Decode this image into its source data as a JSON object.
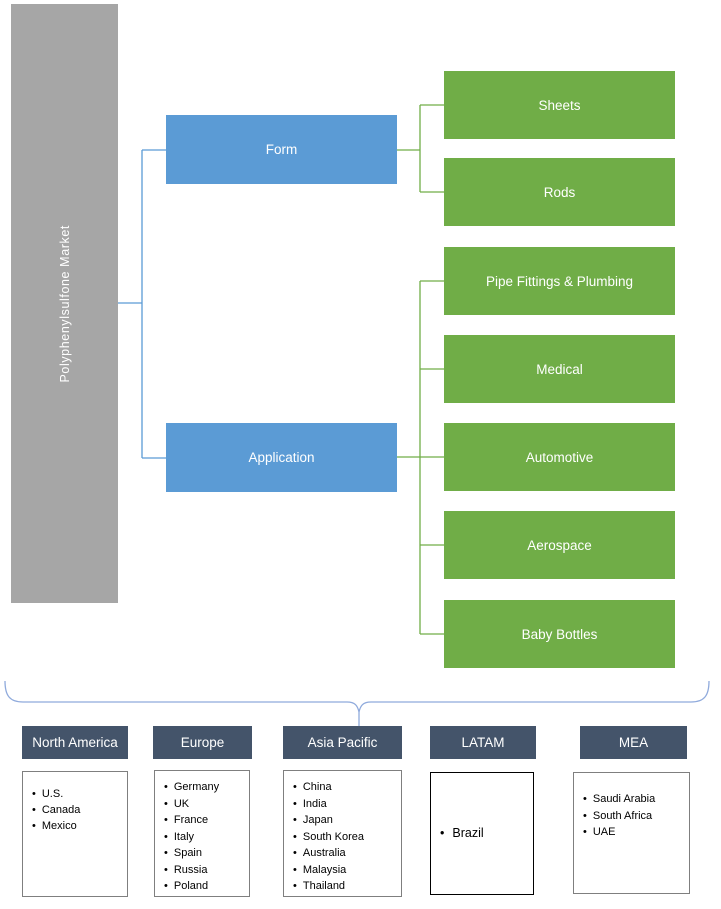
{
  "root": {
    "label": "Polyphenylsulfone Market"
  },
  "branches": [
    {
      "label": "Form",
      "children": [
        "Sheets",
        "Rods"
      ]
    },
    {
      "label": "Application",
      "children": [
        "Pipe Fittings & Plumbing",
        "Medical",
        "Automotive",
        "Aerospace",
        "Baby Bottles"
      ]
    }
  ],
  "regions": [
    {
      "label": "North America",
      "countries": [
        "U.S.",
        "Canada",
        "Mexico"
      ]
    },
    {
      "label": "Europe",
      "countries": [
        "Germany",
        "UK",
        "France",
        "Italy",
        "Spain",
        "Russia",
        "Poland"
      ]
    },
    {
      "label": "Asia Pacific",
      "countries": [
        "China",
        "India",
        "Japan",
        "South Korea",
        "Australia",
        "Malaysia",
        "Thailand"
      ]
    },
    {
      "label": "LATAM",
      "countries": [
        "Brazil"
      ]
    },
    {
      "label": "MEA",
      "countries": [
        "Saudi Arabia",
        "South Africa",
        "UAE"
      ]
    }
  ],
  "ui": {
    "bullet": "•"
  },
  "colors": {
    "root_bar": "#A6A6A6",
    "branch_blue": "#5B9BD5",
    "leaf_green": "#70AD47",
    "region_header": "#44546A",
    "connector_blue": "#5B9BD5",
    "connector_green": "#70AD47",
    "brace_blue": "#8FAADC",
    "text_on_fill": "#FFFFFF",
    "list_text": "#000000"
  }
}
